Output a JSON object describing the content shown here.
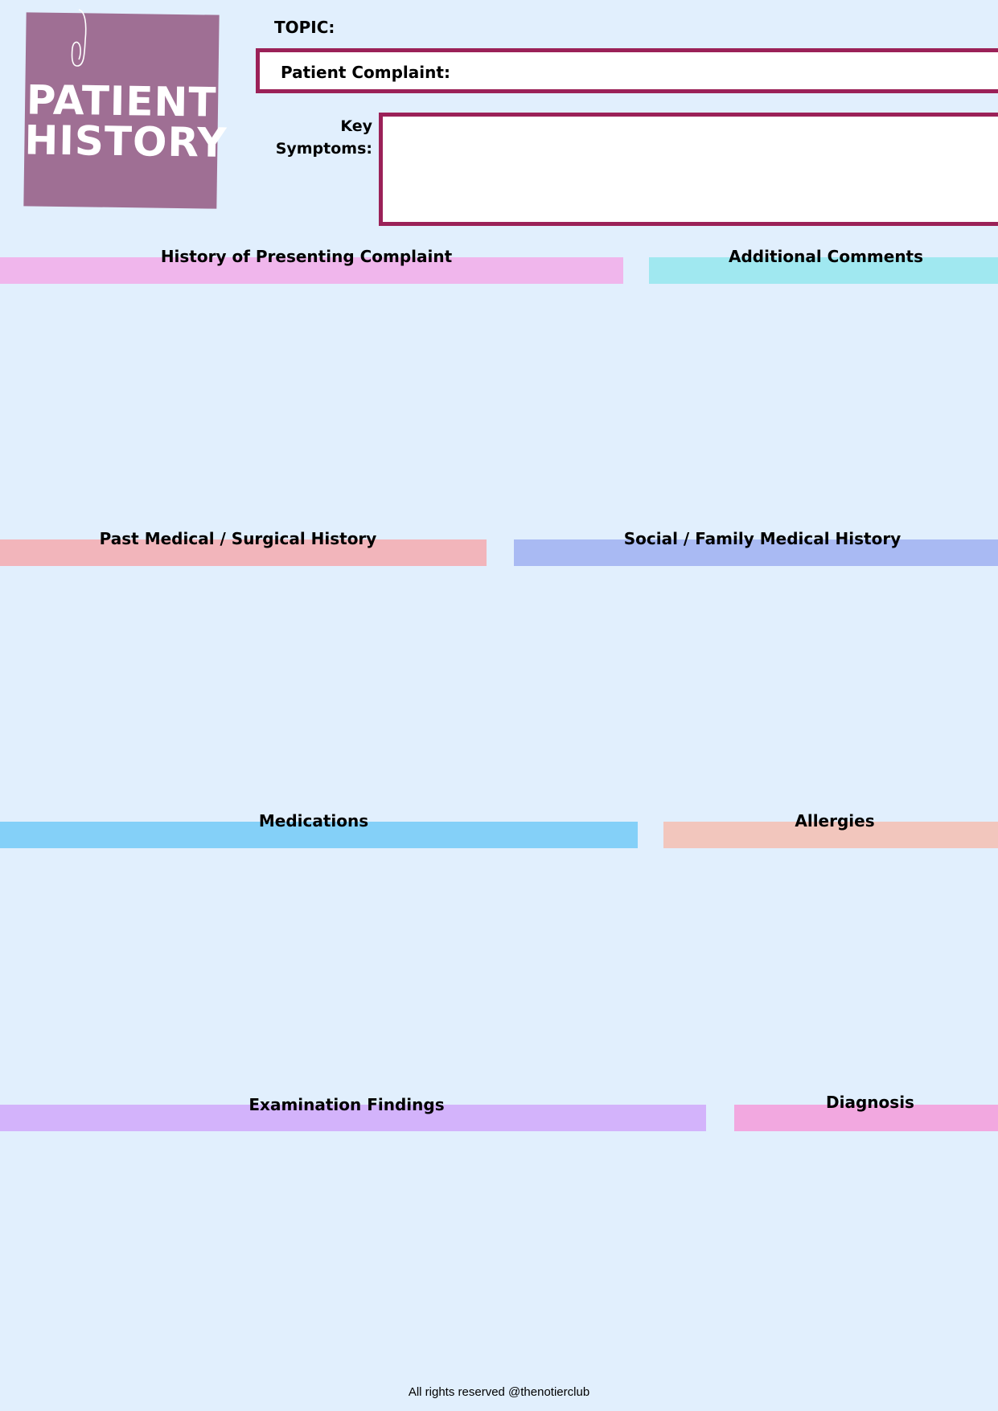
{
  "header": {
    "title_line1": "PATIENT",
    "title_line2": "HISTORY",
    "topic_label": "TOPIC:",
    "complaint_label": "Patient Complaint:",
    "key_symptoms_label_line1": "Key",
    "key_symptoms_label_line2": "Symptoms:"
  },
  "sections": {
    "hpc": {
      "label": "History of Presenting Complaint",
      "color": "#f0b6ec"
    },
    "additional": {
      "label": "Additional Comments",
      "color": "#a0e8f0"
    },
    "pmh": {
      "label": "Past Medical / Surgical History",
      "color": "#f2b5bb"
    },
    "social": {
      "label": "Social / Family Medical History",
      "color": "#a9baf3"
    },
    "medications": {
      "label": "Medications",
      "color": "#84d0f8"
    },
    "allergies": {
      "label": "Allergies",
      "color": "#f2c6bd"
    },
    "exam": {
      "label": "Examination Findings",
      "color": "#d3b3fb"
    },
    "diagnosis": {
      "label": "Diagnosis",
      "color": "#f2a8e0"
    }
  },
  "footer": {
    "text": "All rights reserved @thenotierclub"
  },
  "colors": {
    "background": "#e1effd",
    "sticky": "#9f6f94",
    "box_border": "#9b2158"
  }
}
